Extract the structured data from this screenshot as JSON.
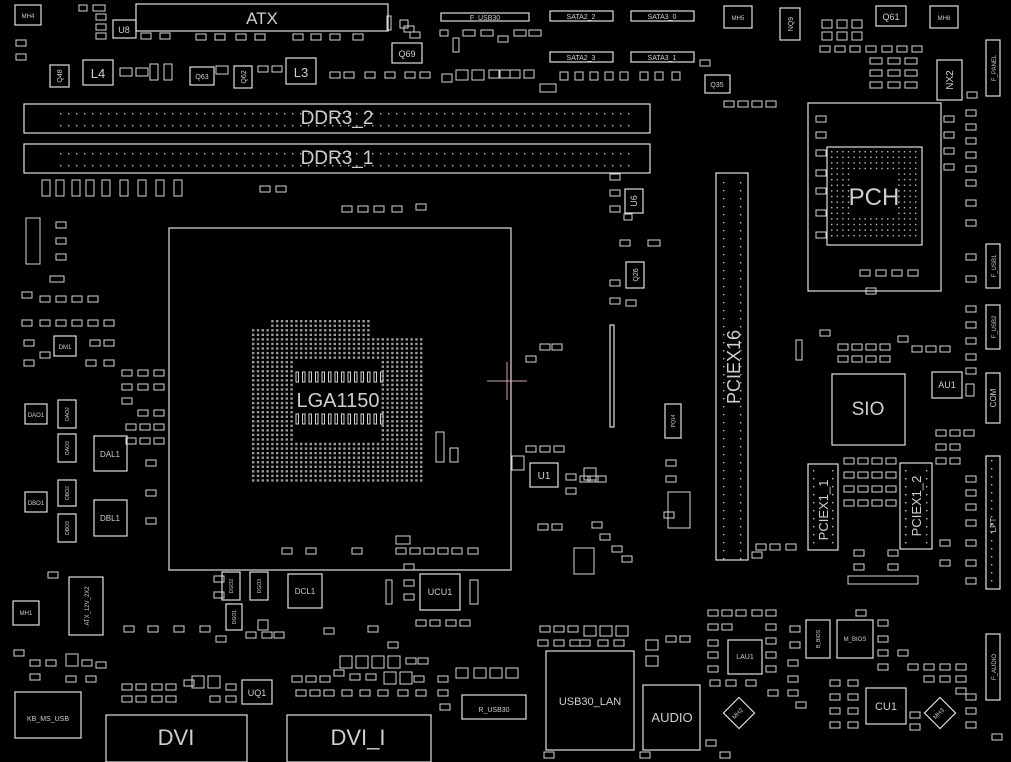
{
  "labels": {
    "atx": "ATX",
    "ddr3_2": "DDR3_2",
    "ddr3_1": "DDR3_1",
    "lga": "LGA1150",
    "pciex16": "PCIEX16",
    "pch": "PCH",
    "sio": "SIO",
    "pciex1_1": "PCIEX1_1",
    "pciex1_2": "PCIEX1_2",
    "dvi": "DVI",
    "dvi_i": "DVI_I",
    "usb30_lan": "USB30_LAN",
    "audio": "AUDIO",
    "f_usb30": "F_USB30",
    "r_usb30": "R_USB30",
    "kb_ms_usb": "KB_MS_USB",
    "atx_12v_2x2": "ATX_12V_2X2",
    "sata2_2": "SATA2_2",
    "sata3_0": "SATA3_0",
    "sata2_3": "SATA2_3",
    "sata3_1": "SATA3_1",
    "l4": "L4",
    "l3": "L3",
    "q69": "Q69",
    "q61": "Q61",
    "q35": "Q35",
    "q26": "Q26",
    "q63": "Q63",
    "q62": "Q62",
    "q48": "Q48",
    "u8": "U8",
    "u6": "U6",
    "u1": "U1",
    "uq1": "UQ1",
    "ucu1": "UCU1",
    "cu1": "CU1",
    "au1": "AU1",
    "lau1": "LAU1",
    "nx2": "NX2",
    "nq9": "NQ9",
    "dal1": "DAL1",
    "dbl1": "DBL1",
    "dcl1": "DCL1",
    "dm1": "DM1",
    "mh1": "MH1",
    "mh2": "MH2",
    "mh3": "MH3",
    "mh4": "MH4",
    "mh5": "MH5",
    "mh6": "MH6",
    "b_bios": "B_BIOS",
    "m_bios": "M_BIOS",
    "com": "COM",
    "lpt": "LPT",
    "f_panel": "F_PANEL",
    "f_usb1": "F_USB1",
    "f_usb2": "F_USB2",
    "f_audio": "F_AUDIO",
    "dao1": "DAO1",
    "dao2": "DAO2",
    "dao3": "DAO3",
    "dbo1": "DBO1",
    "dbo2": "DBO2",
    "dbo3": "DBO3",
    "dgo1": "DGO1",
    "dgo2": "DGO2",
    "dgo3": "DGO3",
    "pq14": "PQ14"
  }
}
